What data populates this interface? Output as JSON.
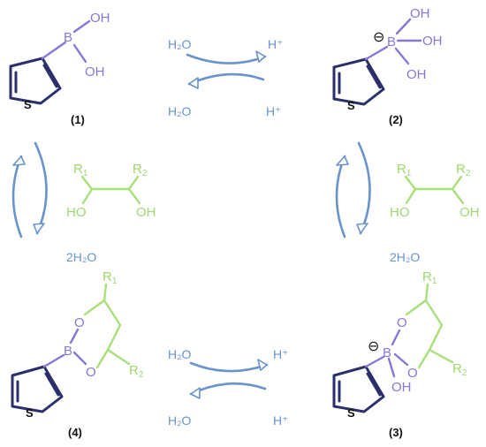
{
  "compounds": {
    "c1": {
      "number": "(1)",
      "ring_atom": "S",
      "boron": "B",
      "oh_top": "OH",
      "oh_bottom": "OH"
    },
    "c2": {
      "number": "(2)",
      "ring_atom": "S",
      "charge": "⊖",
      "boron": "B",
      "oh_top": "OH",
      "oh_right": "OH",
      "oh_bottom": "OH"
    },
    "c3": {
      "number": "(3)",
      "ring_atom": "S",
      "charge": "⊖",
      "boron": "B",
      "oh": "OH",
      "o_top": "O",
      "o_bottom": "O",
      "r1": "R1",
      "r2": "R2"
    },
    "c4": {
      "number": "(4)",
      "ring_atom": "S",
      "boron": "B",
      "o_top": "O",
      "o_bottom": "O",
      "r1": "R1",
      "r2": "R2"
    }
  },
  "diol_left": {
    "r1": "R1",
    "r2": "R2",
    "oh_left": "HO",
    "oh_right": "OH",
    "water": "2H2O"
  },
  "diol_right": {
    "r1": "R1",
    "r2": "R2",
    "oh_left": "HO",
    "oh_right": "OH",
    "water": "2H2O"
  },
  "eq_top": {
    "in_left": "H2O",
    "out_right": "H+",
    "in_right": "H+",
    "out_left": "H2O"
  },
  "eq_bottom": {
    "in_left": "H2O",
    "out_right": "H+",
    "in_right": "H+",
    "out_left": "H2O"
  },
  "colors": {
    "ring": "#2b2f6b",
    "boron_group": "#8878d6",
    "diol": "#a8e07c",
    "arrows": "#6a93cc",
    "compound_number": "#111111"
  }
}
